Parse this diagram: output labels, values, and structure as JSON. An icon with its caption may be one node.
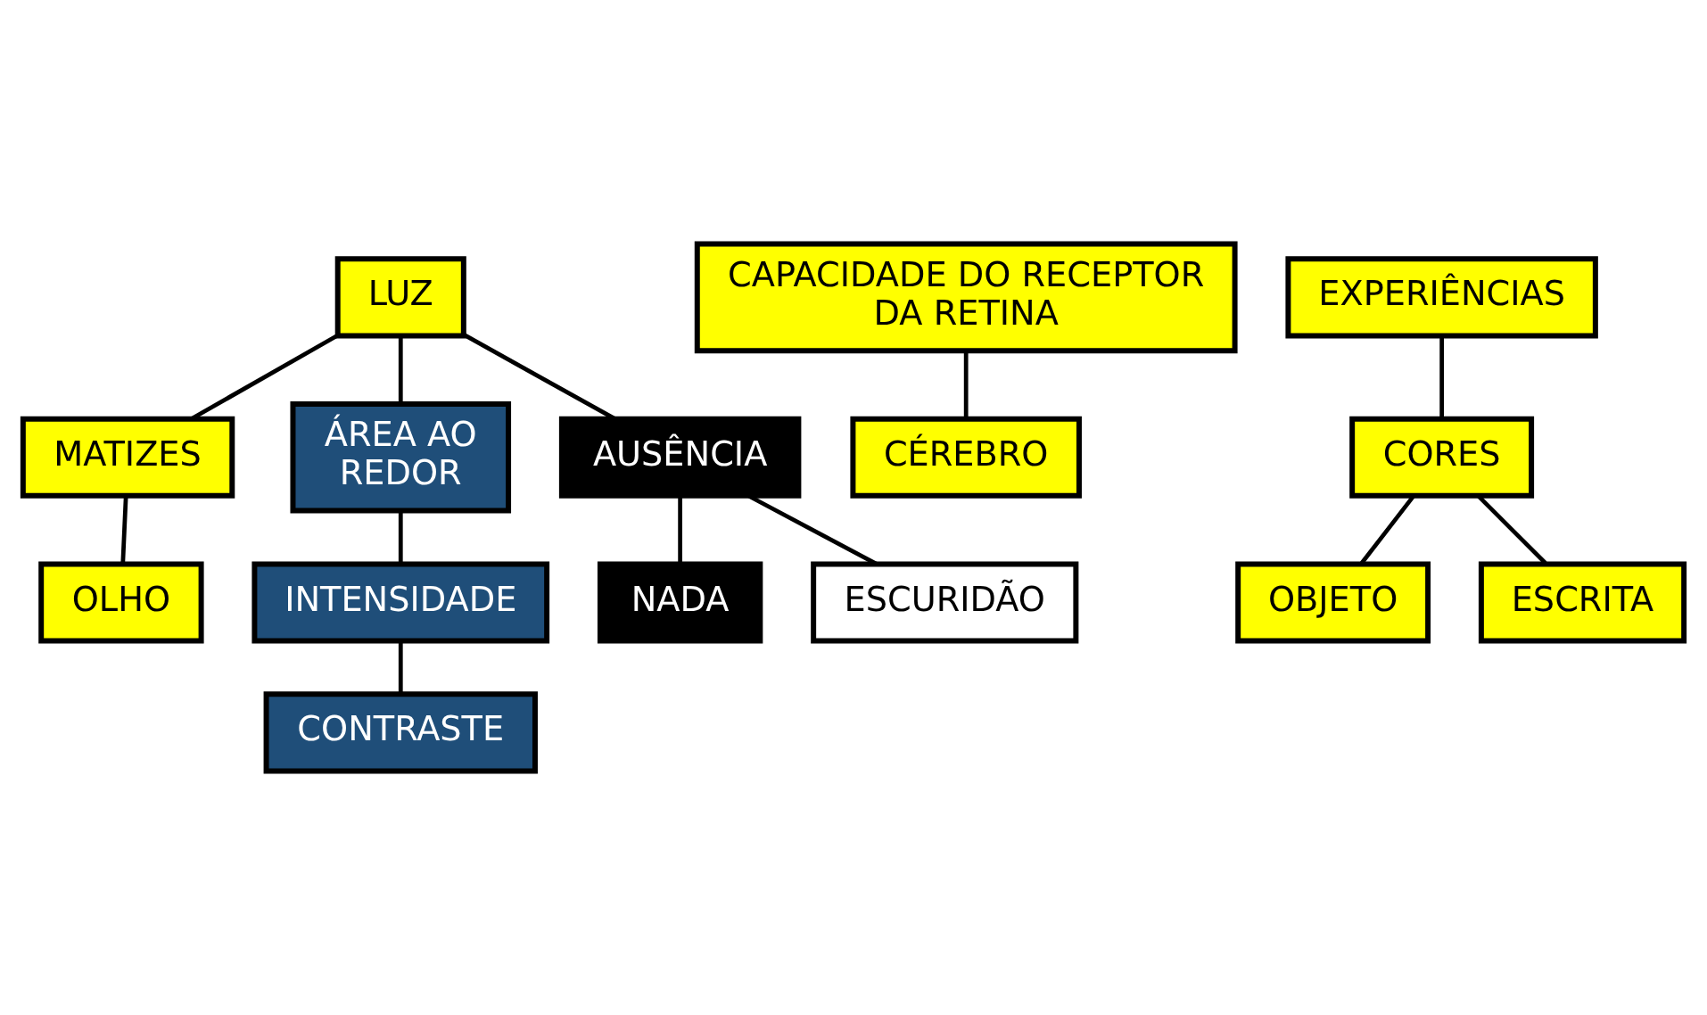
{
  "diagram": {
    "nodes": [
      {
        "text": [
          "LUZ"
        ]
      },
      {
        "text": [
          "MATIZES"
        ]
      },
      {
        "text": [
          "OLHO"
        ]
      },
      {
        "text": [
          "CAPACIDADE DO RECEPTOR DA RETINA"
        ]
      },
      {
        "text": [
          "CÉREBRO"
        ]
      },
      {
        "text": [
          "EXPERIÊNCIAS"
        ]
      },
      {
        "text": [
          "CORES"
        ]
      },
      {
        "text": [
          "OBJETO"
        ]
      },
      {
        "text": [
          "ESCRITA"
        ]
      },
      {
        "text": [
          "ÁREA AO REDOR"
        ]
      },
      {
        "text": [
          "INTENSIDADE"
        ]
      },
      {
        "text": [
          "CONTRASTE"
        ]
      },
      {
        "text": [
          "AUSÊNCIA"
        ]
      },
      {
        "text": [
          "NADA"
        ]
      },
      {
        "text": [
          "ESCURIDÃO"
        ]
      }
    ],
    "edges": [
      {
        "from": 0,
        "to": 1,
        "arrow": "none"
      },
      {
        "from": 0,
        "to": 9,
        "arrow": "none"
      },
      {
        "from": 0,
        "to": 12,
        "arrow": "none"
      },
      {
        "from": 1,
        "to": 2,
        "arrow": "none"
      },
      {
        "from": 3,
        "to": 4,
        "arrow": "none"
      },
      {
        "from": 5,
        "to": 6,
        "arrow": "none"
      },
      {
        "from": 6,
        "to": 7,
        "arrow": "none"
      },
      {
        "from": 6,
        "to": 8,
        "arrow": "none"
      },
      {
        "from": 9,
        "to": 10,
        "arrow": "none"
      },
      {
        "from": 10,
        "to": 11,
        "arrow": "none"
      },
      {
        "from": 12,
        "to": 13,
        "arrow": "none"
      },
      {
        "from": 12,
        "to": 14,
        "arrow": "none"
      }
    ]
  }
}
